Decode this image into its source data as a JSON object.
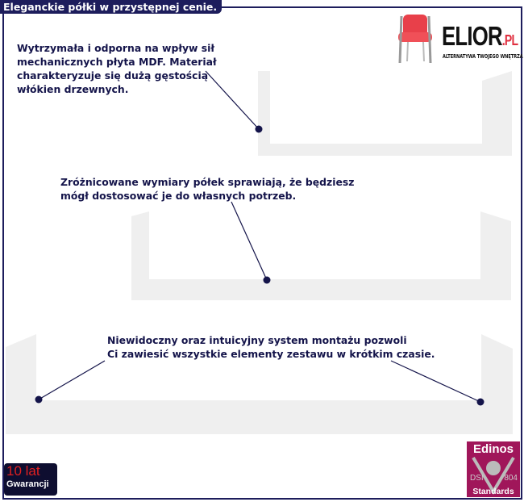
{
  "header": {
    "title": "Eleganckie półki w przystępnej cenie."
  },
  "brand": {
    "name": "ELIOR",
    "suffix": ".PL",
    "tagline": "ALTERNATYWA TWOJEGO WNĘTRZA"
  },
  "notes": [
    "Wytrzymała i odporna na wpływ sił\nmechanicznych płyta MDF. Materiał\ncharakteryzuje się dużą gęstością\nwłókien drzewnych.",
    "Zróżnicowane wymiary półek sprawiają, że będziesz\nmógł dostosować je do własnych potrzeb.",
    "Niewidoczny oraz intuicyjny system montażu pozwoli\nCi zawiesić wszystkie elementy zestawu w krótkim czasie."
  ],
  "badges": {
    "warranty": {
      "years": "10 lat",
      "label": "Gwarancji"
    },
    "certificate": {
      "title": "Edinos",
      "left": "DSI",
      "right": "804",
      "bottom": "Standards"
    }
  },
  "colors": {
    "navy": "#1d1d5c",
    "shelf": "#efefef",
    "accent": "#e03040",
    "cert": "#a0165a"
  }
}
